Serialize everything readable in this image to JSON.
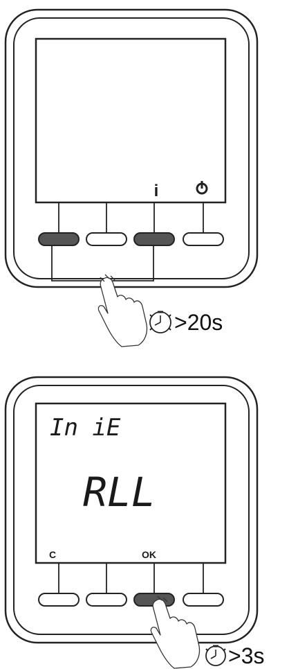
{
  "step1": {
    "screen_icon_info": "i",
    "power_icon": "power-icon",
    "duration": ">20s",
    "pressed_buttons": [
      1,
      3
    ]
  },
  "step2": {
    "screen_line1": "In iE",
    "screen_line2": "RLL",
    "button_label_c": "C",
    "button_label_ok": "OK",
    "duration": ">3s",
    "pressed_buttons": [
      3
    ]
  },
  "colors": {
    "outline": "#222222",
    "pressed_button": "#555555",
    "released_button": "#ffffff"
  }
}
